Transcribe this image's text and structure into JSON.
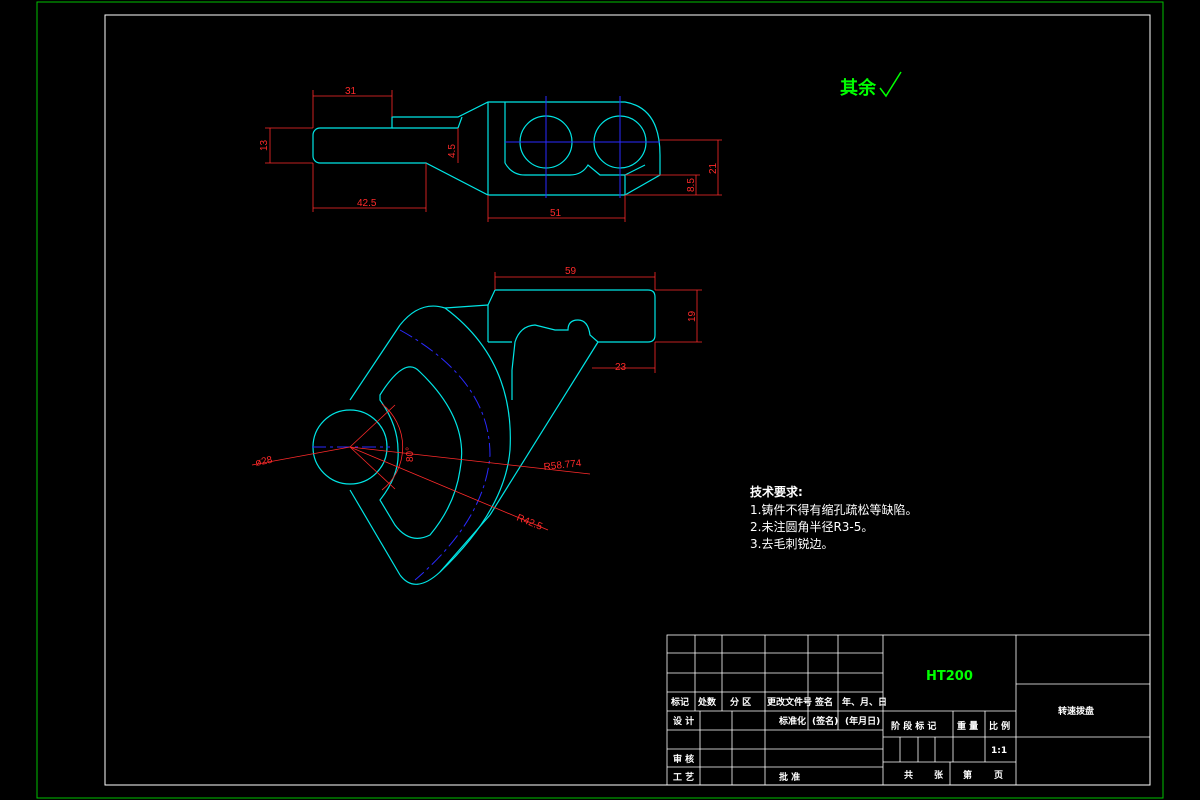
{
  "surface_note": {
    "text": "其余"
  },
  "top_view_dims": {
    "d31": "31",
    "d13": "13",
    "d4_5": "4.5",
    "d42_5": "42.5",
    "d51": "51",
    "d8_5": "8.5",
    "d21": "21"
  },
  "front_view_dims": {
    "d59": "59",
    "d19": "19",
    "d23": "23",
    "dia28": "ø28",
    "a80": "80°",
    "r58": "R58.774",
    "r42": "R42.5"
  },
  "tech_requirements": {
    "title": "技术要求:",
    "items": [
      "1.铸件不得有缩孔疏松等缺陷。",
      "2.未注圆角半径R3-5。",
      "3.去毛刺锐边。"
    ]
  },
  "title_block": {
    "material": "HT200",
    "part_name": "转速拨盘",
    "headers": [
      "标记",
      "处数",
      "分 区",
      "更改文件号",
      "签名",
      "年、月、日"
    ],
    "design": "设 计",
    "standardize": "标准化",
    "signature": "(签名)",
    "date": "(年月日)",
    "review": "审 核",
    "process": "工 艺",
    "approve": "批 准",
    "stage_labels": [
      "阶 段 标 记",
      "重 量",
      "比 例"
    ],
    "scale": "1:1",
    "sheets": [
      "共",
      "张",
      "第",
      "页"
    ]
  },
  "colors": {
    "outline": "#00e5e5",
    "dimension": "#ff2a2a",
    "centerline": "#2a2aff",
    "frame": "#ffffff",
    "border": "#00ff00",
    "note": "#00ff00"
  }
}
